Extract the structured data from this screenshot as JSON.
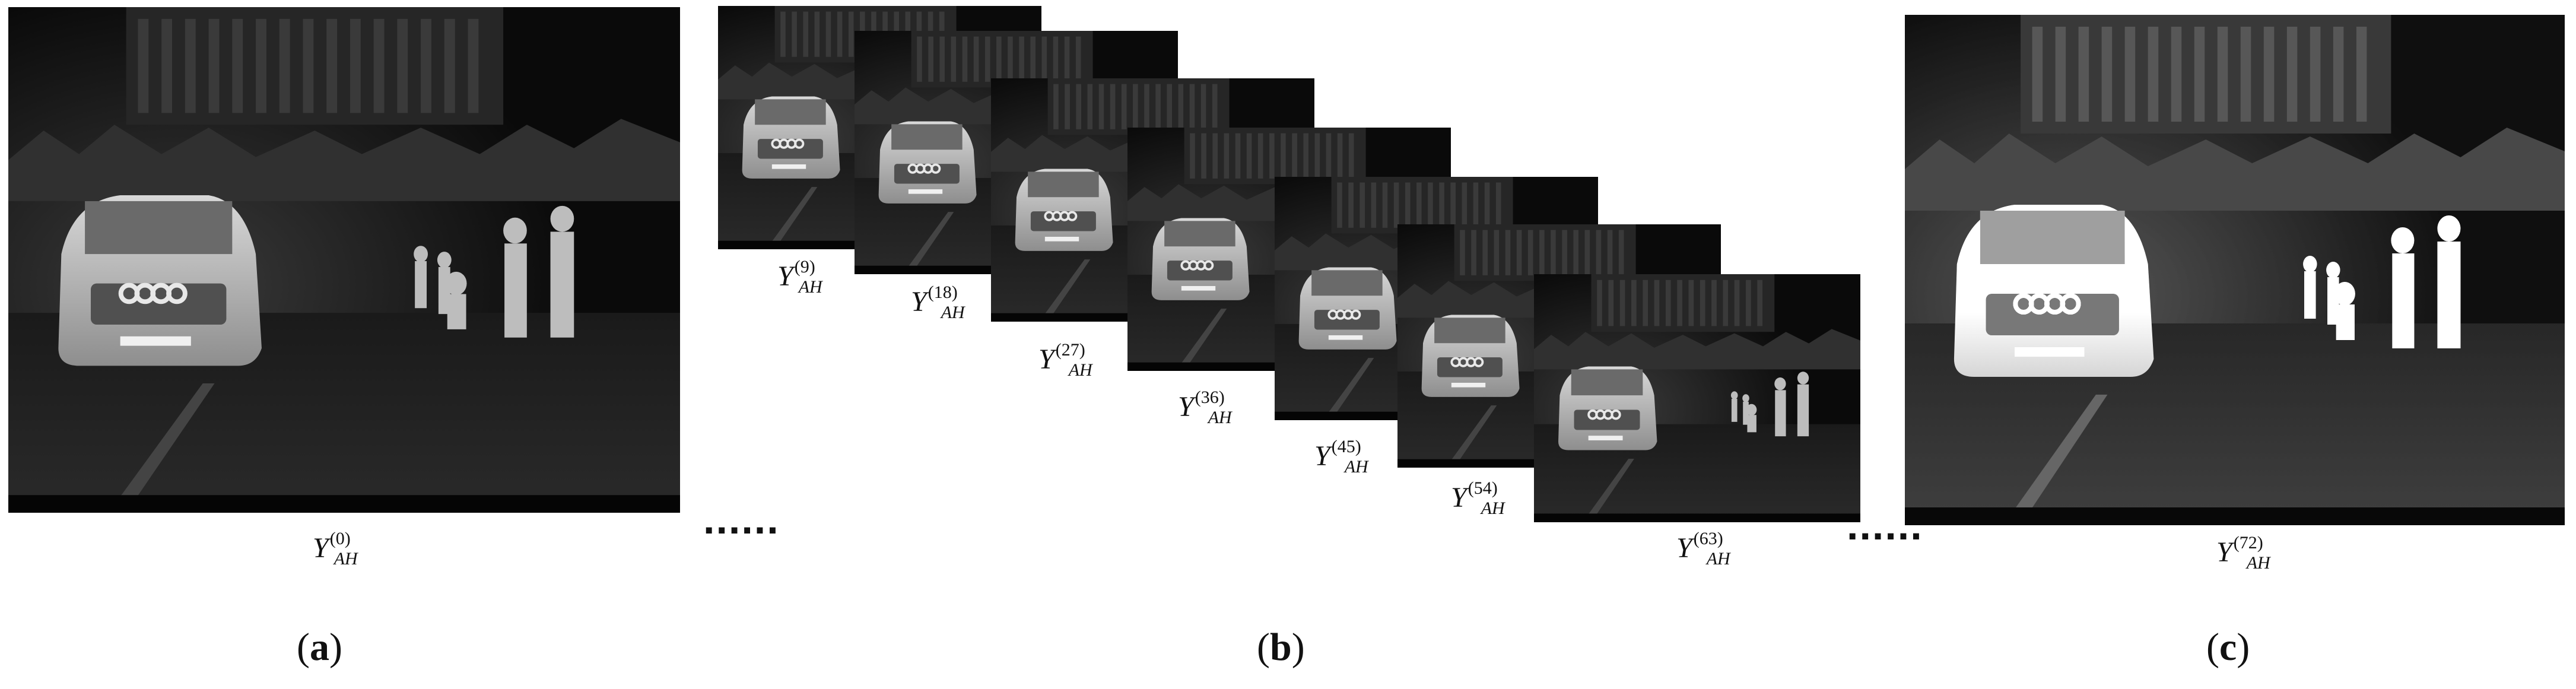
{
  "panels": {
    "a": {
      "label_open": "(",
      "label_letter": "a",
      "label_close": ")"
    },
    "b": {
      "label_open": "(",
      "label_letter": "b",
      "label_close": ")"
    },
    "c": {
      "label_open": "(",
      "label_letter": "c",
      "label_close": ")"
    }
  },
  "frames": [
    {
      "caption_base": "Y",
      "caption_sub": "AH",
      "caption_sup": "(0)"
    },
    {
      "caption_base": "Y",
      "caption_sub": "AH",
      "caption_sup": "(9)"
    },
    {
      "caption_base": "Y",
      "caption_sub": "AH",
      "caption_sup": "(18)"
    },
    {
      "caption_base": "Y",
      "caption_sub": "AH",
      "caption_sup": "(27)"
    },
    {
      "caption_base": "Y",
      "caption_sub": "AH",
      "caption_sup": "(36)"
    },
    {
      "caption_base": "Y",
      "caption_sub": "AH",
      "caption_sup": "(45)"
    },
    {
      "caption_base": "Y",
      "caption_sub": "AH",
      "caption_sup": "(54)"
    },
    {
      "caption_base": "Y",
      "caption_sub": "AH",
      "caption_sup": "(63)"
    },
    {
      "caption_base": "Y",
      "caption_sub": "AH",
      "caption_sup": "(72)"
    }
  ],
  "ellipsis": "......"
}
